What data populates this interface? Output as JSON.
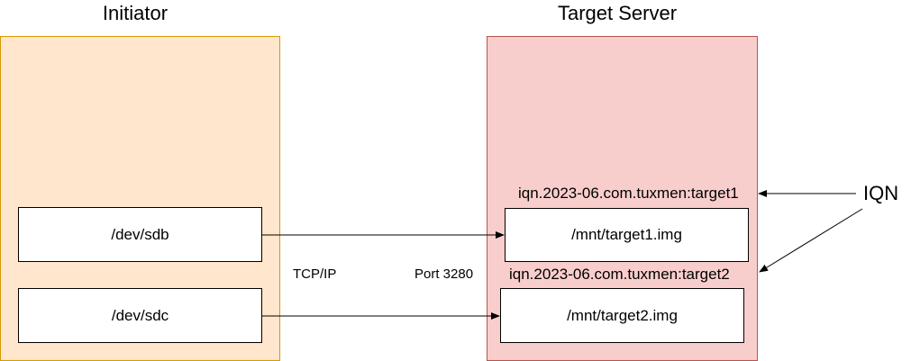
{
  "initiator": {
    "title": "Initiator",
    "devices": [
      "/dev/sdb",
      "/dev/sdc"
    ]
  },
  "target": {
    "title": "Target Server",
    "iqns": [
      "iqn.2023-06.com.tuxmen:target1",
      "iqn.2023-06.com.tuxmen:target2"
    ],
    "images": [
      "/mnt/target1.img",
      "/mnt/target2.img"
    ]
  },
  "connection": {
    "protocol": "TCP/IP",
    "port": "Port 3280"
  },
  "callout": {
    "label": "IQN"
  },
  "colors": {
    "initiator_fill": "#ffe6cc",
    "initiator_stroke": "#d79b00",
    "target_fill": "#f8cecc",
    "target_stroke": "#b85450"
  }
}
